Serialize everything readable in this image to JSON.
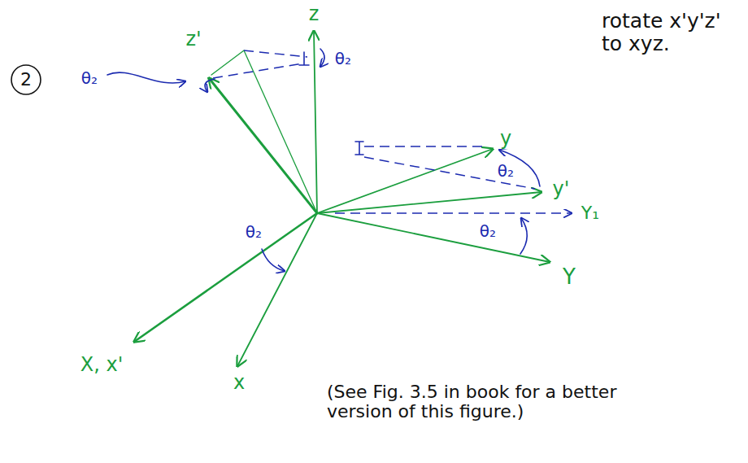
{
  "diagram": {
    "labels": [
      "2",
      "z",
      "z'",
      "θ₂",
      "θ₂",
      "rotate x'y'z' to xyz.",
      "y",
      "θ₂",
      "y'",
      "θ₂",
      "Y₁",
      "Y",
      "θ₂",
      "X, x'",
      "x",
      "(See Fig. 3.5 in book for a better version of this figure.)"
    ]
  }
}
